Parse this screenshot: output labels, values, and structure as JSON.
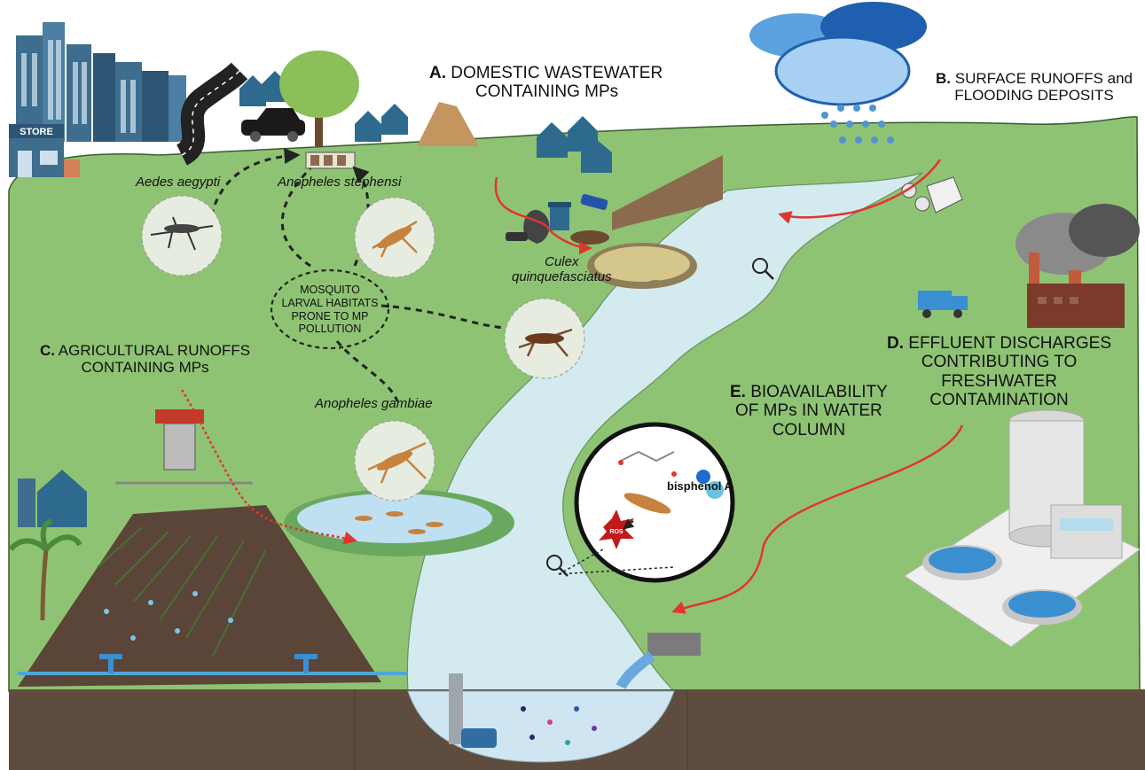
{
  "labels": {
    "a": {
      "letter": "A.",
      "line1": "DOMESTIC WASTEWATER",
      "line2": "CONTAINING MPs"
    },
    "b": {
      "letter": "B.",
      "line1": "SURFACE RUNOFFS and",
      "line2": "FLOODING DEPOSITS"
    },
    "c": {
      "letter": "C.",
      "line1": "AGRICULTURAL RUNOFFS",
      "line2": "CONTAINING MPs"
    },
    "d": {
      "letter": "D.",
      "line1": "EFFLUENT DISCHARGES",
      "line2": "CONTRIBUTING TO",
      "line3": "FRESHWATER",
      "line4": "CONTAMINATION"
    },
    "e": {
      "letter": "E.",
      "line1": "BIOAVAILABILITY",
      "line2": "OF MPs IN WATER",
      "line3": "COLUMN"
    }
  },
  "species": {
    "aedes": "Aedes aegypti",
    "stephensi": "Anopheles stephensi",
    "culex_line1": "Culex",
    "culex_line2": "quinquefasciatus",
    "gambiae": "Anopheles gambiae"
  },
  "habitat": {
    "line1": "MOSQUITO",
    "line2": "LARVAL HABITATS",
    "line3": "PRONE TO MP",
    "line4": "POLLUTION"
  },
  "inset": {
    "chemical": "bisphenol A",
    "ros": "ROS"
  },
  "store_sign": "STORE",
  "colors": {
    "grass": "#8fc374",
    "water": "#d3ebee",
    "soil": "#5e4c3e",
    "arrow": "#e0362c",
    "building": "#3e6d8d",
    "larva": "#c7823d",
    "cloud": "#5aa3e0"
  },
  "icons": [
    "city-icon",
    "road-icon",
    "car-icon",
    "tree-icon",
    "house-icon",
    "rock-icon",
    "cloud-icon",
    "rain-icon",
    "trash-icon",
    "factory-icon",
    "truck-icon",
    "treatment-plant-icon",
    "barn-icon",
    "tractor-icon",
    "palm-tree-icon",
    "sprinkler-icon",
    "pump-icon",
    "pipe-icon",
    "mosquito-icon",
    "larva-icon",
    "magnifier-icon",
    "bottle-icon"
  ]
}
